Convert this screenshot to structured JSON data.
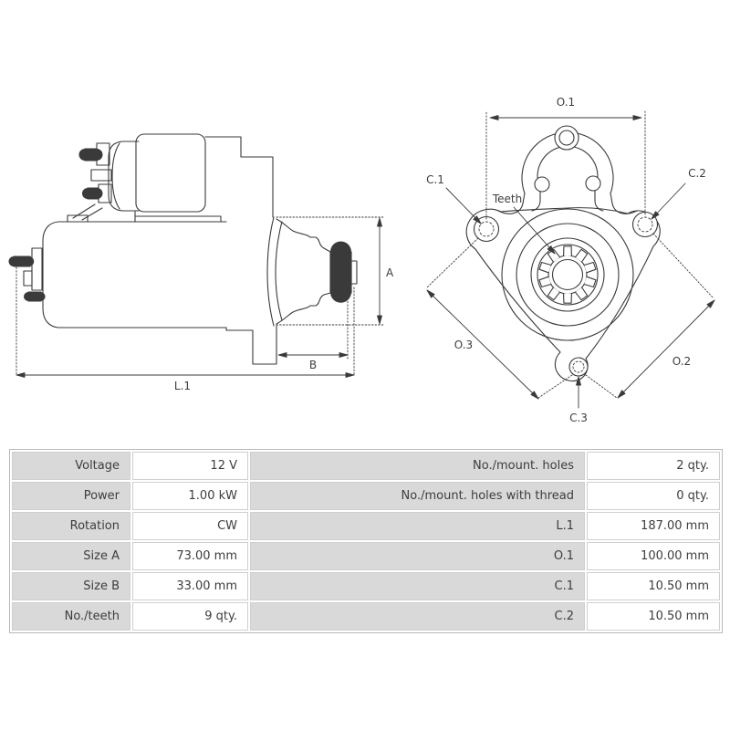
{
  "diagram": {
    "side_view": {
      "name": "starter motor side view",
      "labels": {
        "a": "A",
        "b": "B",
        "l1": "L.1"
      }
    },
    "front_view": {
      "name": "starter motor mounting flange front view",
      "labels": {
        "o1": "O.1",
        "o2": "O.2",
        "o3": "O.3",
        "c1": "C.1",
        "c2": "C.2",
        "c3": "C.3",
        "teeth": "Teeth"
      }
    },
    "colors": {
      "line": "#3a3a3a",
      "dim_line": "#3d3d3d"
    }
  },
  "table": {
    "colors": {
      "label_bg": "#d9d9d9",
      "cell_border": "#cfcfcf",
      "outer_border": "#b9b9b9",
      "text": "#3d3d3d"
    },
    "rows": [
      {
        "left_label": "Voltage",
        "left_value": "12 V",
        "right_label": "No./mount. holes",
        "right_value": "2 qty."
      },
      {
        "left_label": "Power",
        "left_value": "1.00 kW",
        "right_label": "No./mount. holes with thread",
        "right_value": "0 qty."
      },
      {
        "left_label": "Rotation",
        "left_value": "CW",
        "right_label": "L.1",
        "right_value": "187.00 mm"
      },
      {
        "left_label": "Size A",
        "left_value": "73.00 mm",
        "right_label": "O.1",
        "right_value": "100.00 mm"
      },
      {
        "left_label": "Size B",
        "left_value": "33.00 mm",
        "right_label": "C.1",
        "right_value": "10.50 mm"
      },
      {
        "left_label": "No./teeth",
        "left_value": "9 qty.",
        "right_label": "C.2",
        "right_value": "10.50 mm"
      }
    ]
  }
}
